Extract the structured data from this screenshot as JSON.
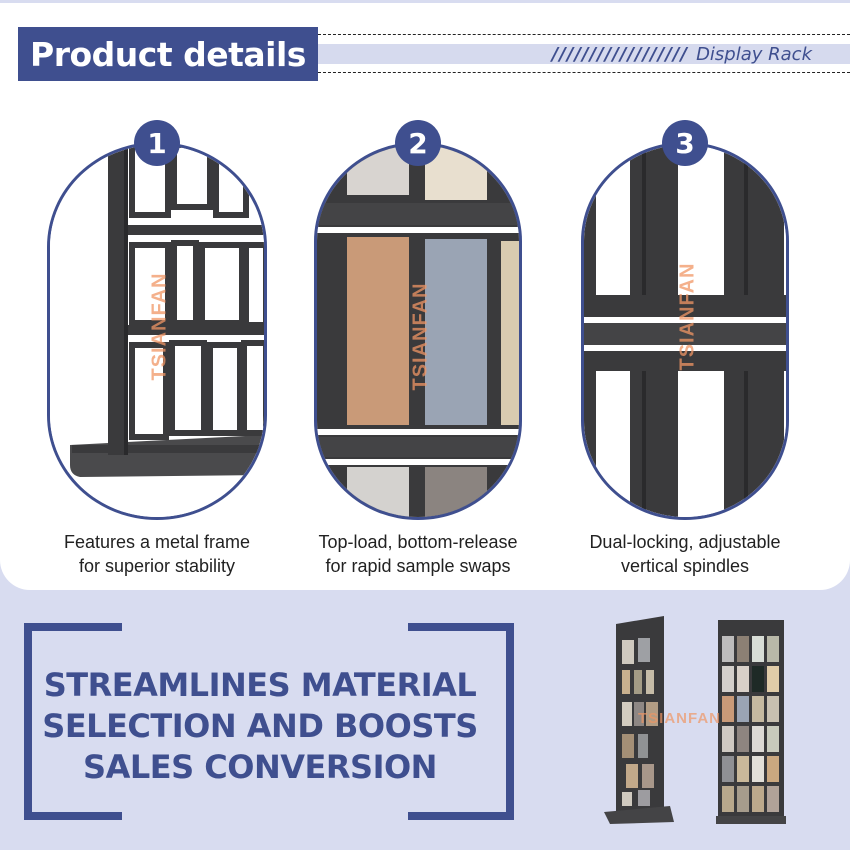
{
  "header": {
    "title": "Product details",
    "subtitle_slashes": "//////////////////",
    "subtitle": "Display Rack"
  },
  "features": [
    {
      "number": "1",
      "caption_line1": "Features a metal frame",
      "caption_line2": "for superior stability",
      "watermark": "TSIANFAN"
    },
    {
      "number": "2",
      "caption_line1": "Top-load, bottom-release",
      "caption_line2": "for rapid sample swaps",
      "watermark": "TSIANFAN"
    },
    {
      "number": "3",
      "caption_line1": "Dual-locking, adjustable",
      "caption_line2": "vertical spindles",
      "watermark": "TSIANFAN"
    }
  ],
  "slogan": {
    "line1": "STREAMLINES MATERIAL",
    "line2": "SELECTION AND BOOSTS",
    "line3": "SALES CONVERSION"
  },
  "product_image": {
    "watermark": "TSIANFAN"
  },
  "colors": {
    "accent": "#3f4f8f",
    "background": "#d8dcf0",
    "card": "#ffffff",
    "frame": "#3a3a3c",
    "watermark": "#f09664"
  }
}
